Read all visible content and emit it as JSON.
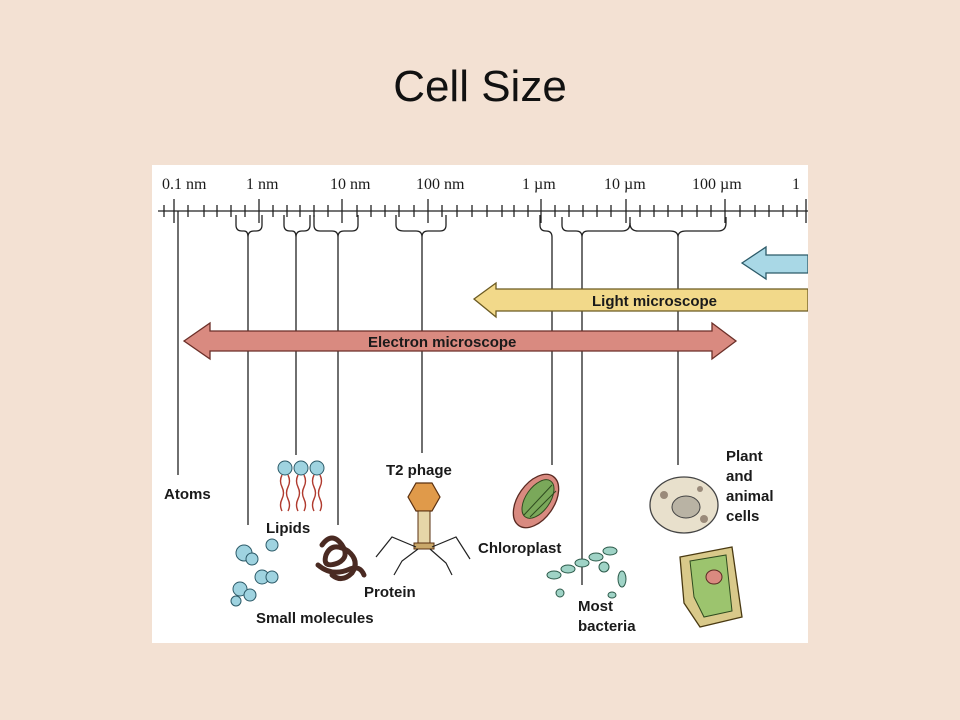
{
  "slide": {
    "title": "Cell Size"
  },
  "scale": {
    "labels": [
      "0.1 nm",
      "1 nm",
      "10 nm",
      "100 nm",
      "1 µm",
      "10 µm",
      "100 µm",
      "1"
    ]
  },
  "arrows": {
    "light": "Light microscope",
    "electron": "Electron microscope"
  },
  "items": {
    "atoms": "Atoms",
    "lipids": "Lipids",
    "t2_phage": "T2 phage",
    "protein": "Protein",
    "small_molecules": "Small molecules",
    "chloroplast": "Chloroplast",
    "most_bacteria": [
      "Most",
      "bacteria"
    ],
    "plant_animal_cells": [
      "Plant",
      "and",
      "animal",
      "cells"
    ]
  },
  "colors": {
    "background": "#f3e1d3",
    "light_arrow": "#f2d98a",
    "electron_arrow": "#d98a80",
    "eye_arrow": "#a9d8e6"
  }
}
